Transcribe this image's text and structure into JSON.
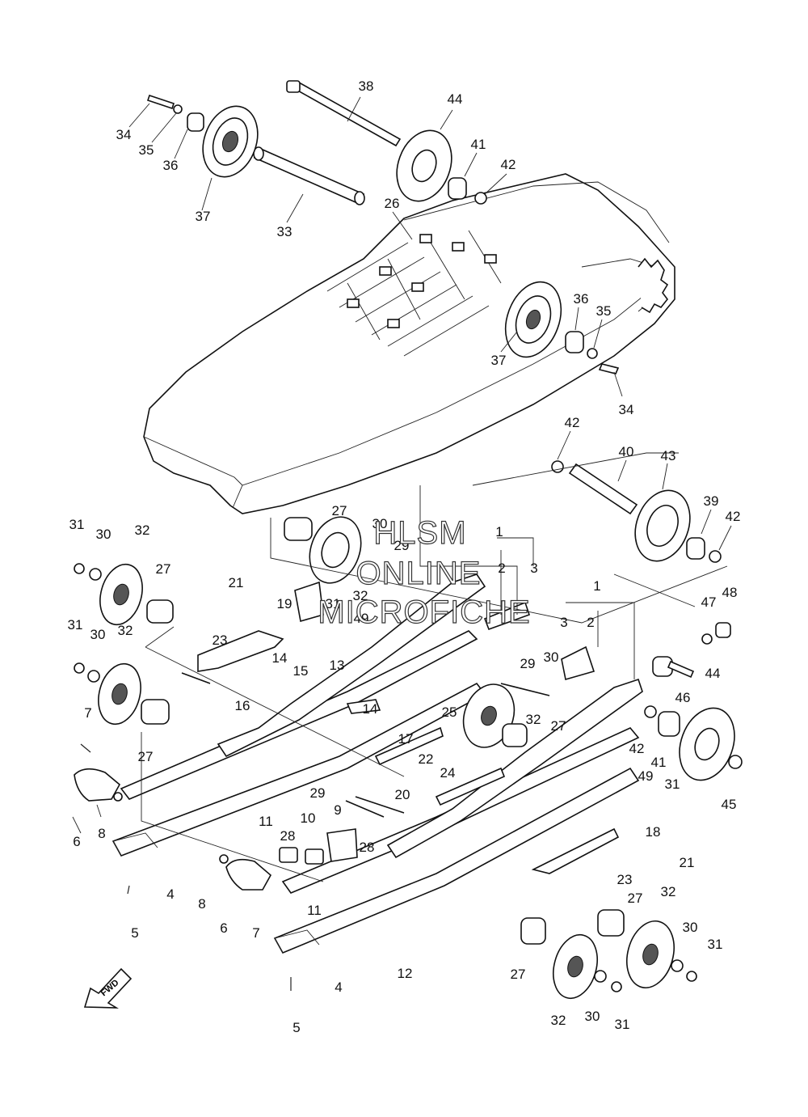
{
  "watermark": {
    "line1": "HLSM",
    "line2": "ONLINE",
    "line3": "MICROFICHE"
  },
  "fwd_label": "FWD",
  "callouts": [
    {
      "id": "c38",
      "text": "38"
    },
    {
      "id": "c44a",
      "text": "44"
    },
    {
      "id": "c34a",
      "text": "34"
    },
    {
      "id": "c35a",
      "text": "35"
    },
    {
      "id": "c36a",
      "text": "36"
    },
    {
      "id": "c41a",
      "text": "41"
    },
    {
      "id": "c42a",
      "text": "42"
    },
    {
      "id": "c37a",
      "text": "37"
    },
    {
      "id": "c26",
      "text": "26"
    },
    {
      "id": "c33",
      "text": "33"
    },
    {
      "id": "c36b",
      "text": "36"
    },
    {
      "id": "c35b",
      "text": "35"
    },
    {
      "id": "c37b",
      "text": "37"
    },
    {
      "id": "c34b",
      "text": "34"
    },
    {
      "id": "c42b",
      "text": "42"
    },
    {
      "id": "c40",
      "text": "40"
    },
    {
      "id": "c43",
      "text": "43"
    },
    {
      "id": "c39",
      "text": "39"
    },
    {
      "id": "c42c",
      "text": "42"
    },
    {
      "id": "c27a",
      "text": "27"
    },
    {
      "id": "c30a",
      "text": "30"
    },
    {
      "id": "c29a",
      "text": "29"
    },
    {
      "id": "c1a",
      "text": "1"
    },
    {
      "id": "c2a",
      "text": "2"
    },
    {
      "id": "c3a",
      "text": "3"
    },
    {
      "id": "c31a",
      "text": "31"
    },
    {
      "id": "c30b",
      "text": "30"
    },
    {
      "id": "c32a",
      "text": "32"
    },
    {
      "id": "c27b",
      "text": "27"
    },
    {
      "id": "c21a",
      "text": "21"
    },
    {
      "id": "c19",
      "text": "19"
    },
    {
      "id": "c31b",
      "text": "31"
    },
    {
      "id": "c32b",
      "text": "32"
    },
    {
      "id": "c49a",
      "text": "49"
    },
    {
      "id": "c1b",
      "text": "1"
    },
    {
      "id": "c3b",
      "text": "3"
    },
    {
      "id": "c2b",
      "text": "2"
    },
    {
      "id": "c47",
      "text": "47"
    },
    {
      "id": "c48",
      "text": "48"
    },
    {
      "id": "c31c",
      "text": "31"
    },
    {
      "id": "c30c",
      "text": "30"
    },
    {
      "id": "c32c",
      "text": "32"
    },
    {
      "id": "c23a",
      "text": "23"
    },
    {
      "id": "c13",
      "text": "13"
    },
    {
      "id": "c14a",
      "text": "14"
    },
    {
      "id": "c15",
      "text": "15"
    },
    {
      "id": "c29b",
      "text": "29"
    },
    {
      "id": "c30d",
      "text": "30"
    },
    {
      "id": "c16",
      "text": "16"
    },
    {
      "id": "c46",
      "text": "46"
    },
    {
      "id": "c44b",
      "text": "44"
    },
    {
      "id": "c7a",
      "text": "7"
    },
    {
      "id": "c27c",
      "text": "27"
    },
    {
      "id": "c14b",
      "text": "14"
    },
    {
      "id": "c25",
      "text": "25"
    },
    {
      "id": "c32d",
      "text": "32"
    },
    {
      "id": "c27d",
      "text": "27"
    },
    {
      "id": "c17",
      "text": "17"
    },
    {
      "id": "c42d",
      "text": "42"
    },
    {
      "id": "c41b",
      "text": "41"
    },
    {
      "id": "c22",
      "text": "22"
    },
    {
      "id": "c24",
      "text": "24"
    },
    {
      "id": "c49b",
      "text": "49"
    },
    {
      "id": "c45",
      "text": "45"
    },
    {
      "id": "c29c",
      "text": "29"
    },
    {
      "id": "c20",
      "text": "20"
    },
    {
      "id": "c31d",
      "text": "31"
    },
    {
      "id": "c6a",
      "text": "6"
    },
    {
      "id": "c8a",
      "text": "8"
    },
    {
      "id": "c9",
      "text": "9"
    },
    {
      "id": "c11a",
      "text": "11"
    },
    {
      "id": "c10",
      "text": "10"
    },
    {
      "id": "c28a",
      "text": "28"
    },
    {
      "id": "c28b",
      "text": "28"
    },
    {
      "id": "c18",
      "text": "18"
    },
    {
      "id": "c21b",
      "text": "21"
    },
    {
      "id": "c4a",
      "text": "4"
    },
    {
      "id": "c8b",
      "text": "8"
    },
    {
      "id": "c23b",
      "text": "23"
    },
    {
      "id": "c5a",
      "text": "5"
    },
    {
      "id": "c6b",
      "text": "6"
    },
    {
      "id": "c7b",
      "text": "7"
    },
    {
      "id": "c11b",
      "text": "11"
    },
    {
      "id": "c27e",
      "text": "27"
    },
    {
      "id": "c32e",
      "text": "32"
    },
    {
      "id": "c30e",
      "text": "30"
    },
    {
      "id": "c31e",
      "text": "31"
    },
    {
      "id": "c12",
      "text": "12"
    },
    {
      "id": "c27f",
      "text": "27"
    },
    {
      "id": "c4b",
      "text": "4"
    },
    {
      "id": "c32f",
      "text": "32"
    },
    {
      "id": "c30f",
      "text": "30"
    },
    {
      "id": "c31f",
      "text": "31"
    },
    {
      "id": "c5b",
      "text": "5"
    }
  ]
}
